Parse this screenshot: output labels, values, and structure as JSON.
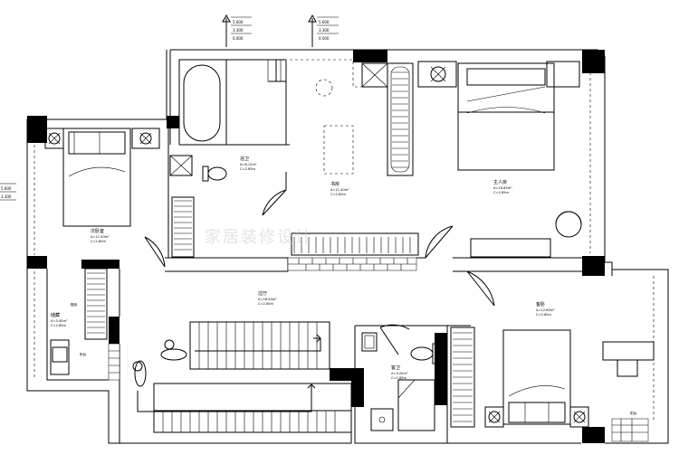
{
  "rooms": {
    "master_bedroom": {
      "name": "主人房",
      "area": "A=16.85m²",
      "height": "C=2.85m"
    },
    "study": {
      "name": "书房",
      "area": "A=11.40m²",
      "height": "C=2.85m"
    },
    "bathroom_main": {
      "name": "浴卫",
      "area": "A=6.12m²",
      "height": "C=2.85m"
    },
    "bedroom_left": {
      "name": "次卧室",
      "area": "A=11.40m²",
      "height": "C=2.85m"
    },
    "hall": {
      "name": "过厅",
      "area": "A=18.54m²",
      "height": "C=2.85m"
    },
    "storage": {
      "name": "储藏",
      "area": "A=3.40m²",
      "height": "C=2.85m"
    },
    "bathroom_small": {
      "name": "客卫",
      "area": "A=3.25m²",
      "height": "C=2.85m"
    },
    "bedroom_right": {
      "name": "客卧",
      "area": "A=12.60m²",
      "height": "C=2.85m"
    }
  },
  "labels": {
    "shoe_cabinet": "鞋柜",
    "balcony_left": "阳台",
    "balcony_right": "阳台"
  },
  "levels": {
    "left_marker": [
      "5.600",
      "3.300",
      "0.000"
    ],
    "right_marker": [
      "5.600",
      "3.300",
      "0.000"
    ],
    "side_marker": [
      "5.600",
      "3.300"
    ]
  },
  "watermark": "家居装修设计"
}
